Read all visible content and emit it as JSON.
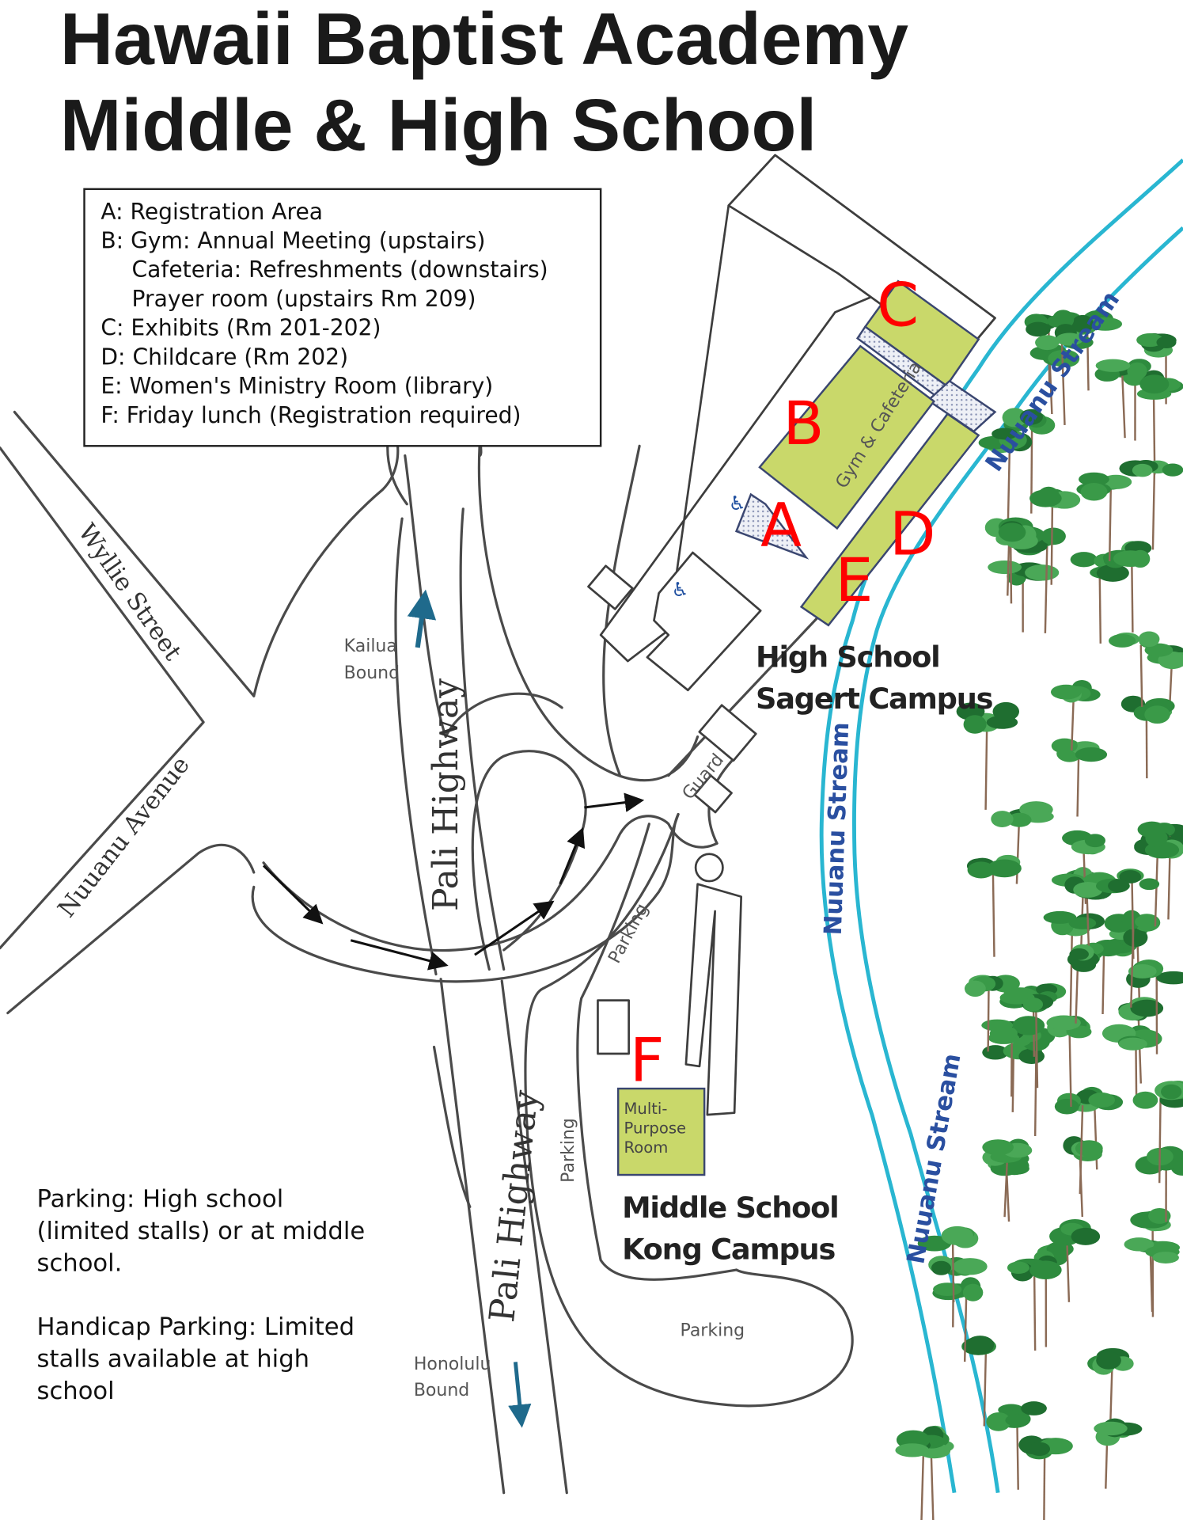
{
  "title": {
    "line1": "Hawaii Baptist Academy",
    "line2": "Middle & High School"
  },
  "legend": {
    "items": [
      "A: Registration Area",
      "B: Gym: Annual Meeting (upstairs)",
      "Cafeteria: Refreshments (downstairs)",
      "Prayer room (upstairs Rm 209)",
      "C: Exhibits (Rm 201-202)",
      "D: Childcare (Rm 202)",
      "E: Women's Ministry Room (library)",
      "F: Friday lunch (Registration required)"
    ]
  },
  "markers": {
    "a": "A",
    "b": "B",
    "c": "C",
    "d": "D",
    "e": "E",
    "f": "F"
  },
  "buildings": {
    "gym": "Gym & Cafeteria",
    "mpr": [
      "Multi-",
      "Purpose",
      "Room"
    ],
    "guard": "Guard"
  },
  "campuses": {
    "high": [
      "High School",
      "Sagert Campus"
    ],
    "middle": [
      "Middle School",
      "Kong Campus"
    ]
  },
  "streets": {
    "wyllie": "Wyllie Street",
    "nuuanu_ave": "Nuuanu Avenue",
    "pali_1": "Pali Highway",
    "pali_2": "Pali Highway",
    "kailua": [
      "Kailua",
      "Bound"
    ],
    "honolulu": [
      "Honolulu",
      "Bound"
    ],
    "parking_1": "Parking",
    "parking_2": "Parking",
    "parking_3": "Parking"
  },
  "streams": [
    "Nuuanu Stream",
    "Nuuanu Stream",
    "Nuuanu Stream"
  ],
  "notes": {
    "parking": [
      "Parking: High school",
      "(limited stalls) or at middle",
      "school."
    ],
    "handicap": [
      "Handicap Parking: Limited",
      "stalls available at high",
      "school"
    ]
  },
  "colors": {
    "marker": "#ff0000",
    "building_highlight": "#c9d86a",
    "stream": "#29b6d1",
    "arrow_blue": "#1f6a8c",
    "tree": "#2e8b3e"
  }
}
